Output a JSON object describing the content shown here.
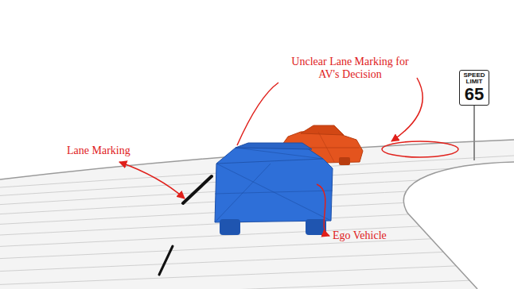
{
  "diagram": {
    "nodes": [
      {
        "text": [
          "SPEED LIMIT",
          "65"
        ]
      }
    ],
    "labels": [
      "Unclear Lane Marking for AV's Decision",
      "Lane Marking",
      "Ego Vehicle"
    ]
  }
}
